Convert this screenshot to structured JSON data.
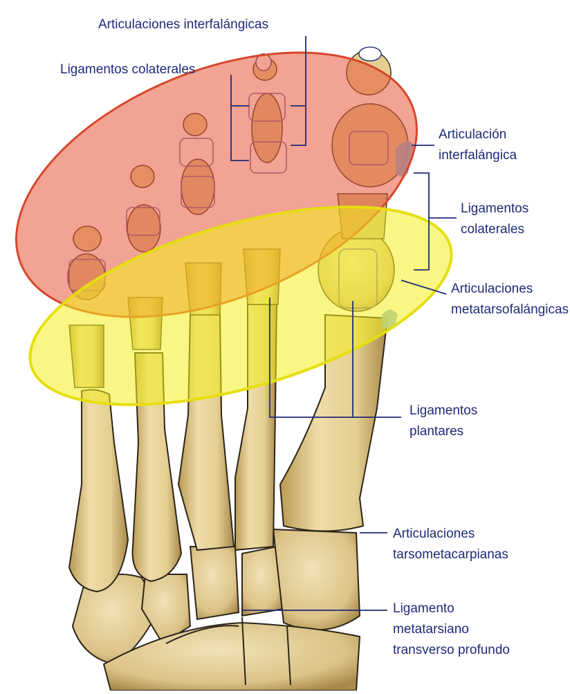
{
  "labels": {
    "interphalangeal_joints": "Articulaciones interfalángicas",
    "collateral_ligaments_top": "Ligamentos colaterales",
    "interphalangeal_joint_right_1": "Articulación",
    "interphalangeal_joint_right_2": "interfalángica",
    "collateral_ligaments_right_1": "Ligamentos",
    "collateral_ligaments_right_2": "colaterales",
    "mtp_joints_1": "Articulaciones",
    "mtp_joints_2": "metatarsofalángicas",
    "plantar_ligaments_1": "Ligamentos",
    "plantar_ligaments_2": "plantares",
    "tmt_joints_1": "Articulaciones",
    "tmt_joints_2": "tarsometacarpianas",
    "deep_transverse_1": "Ligamento",
    "deep_transverse_2": "metatarsiano",
    "deep_transverse_3": "transverso profundo"
  },
  "colors": {
    "label_text": "#1f2a78",
    "leader_line": "#1f2a78",
    "bone_fill": "#e4cf92",
    "bone_shadow": "#b99a52",
    "highlight_red": "#e8583a",
    "highlight_yellow": "#f4ee1e",
    "cartilage_blue": "#7fb0dd"
  }
}
